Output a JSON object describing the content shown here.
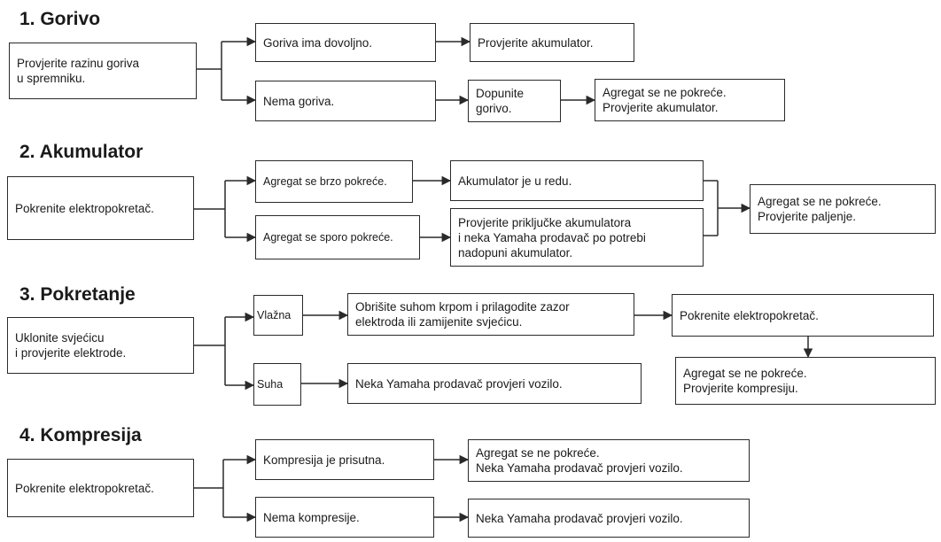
{
  "sections": [
    {
      "title": "1. Gorivo",
      "start": [
        "Provjerite razinu goriva",
        "u spremniku."
      ],
      "branch_a": [
        "Goriva ima dovoljno."
      ],
      "branch_a_next": [
        "Provjerite akumulator."
      ],
      "branch_b": [
        "Nema goriva."
      ],
      "branch_b_next": [
        "Dopunite",
        "gorivo."
      ],
      "branch_b_last": [
        "Agregat se ne pokreće.",
        "Provjerite akumulator."
      ]
    },
    {
      "title": "2. Akumulator",
      "start": [
        "Pokrenite elektropokretač."
      ],
      "branch_a": [
        "Agregat se brzo pokreće."
      ],
      "branch_a_next": [
        "Akumulator je u redu."
      ],
      "branch_b": [
        "Agregat se sporo pokreće."
      ],
      "branch_b_next": [
        "Provjerite priključke akumulatora",
        "i neka Yamaha prodavač po potrebi",
        "nadopuni akumulator."
      ],
      "merge": [
        "Agregat se ne pokreće.",
        "Provjerite paljenje."
      ]
    },
    {
      "title": "3. Pokretanje",
      "start": [
        "Uklonite svjećicu",
        "i provjerite elektrode."
      ],
      "branch_a": [
        "Vlažna"
      ],
      "branch_a_next": [
        "Obrišite suhom krpom i prilagodite zazor",
        "elektroda ili zamijenite svjećicu."
      ],
      "branch_a_last": [
        "Pokrenite elektropokretač."
      ],
      "branch_a_result": [
        "Agregat se ne pokreće.",
        "Provjerite kompresiju."
      ],
      "branch_b": [
        "Suha"
      ],
      "branch_b_next": [
        "Neka Yamaha prodavač provjeri vozilo."
      ]
    },
    {
      "title": "4. Kompresija",
      "start": [
        "Pokrenite elektropokretač."
      ],
      "branch_a": [
        "Kompresija je prisutna."
      ],
      "branch_a_next": [
        "Agregat se ne pokreće.",
        "Neka Yamaha prodavač provjeri vozilo."
      ],
      "branch_b": [
        "Nema kompresije."
      ],
      "branch_b_next": [
        "Neka Yamaha prodavač provjeri vozilo."
      ]
    }
  ]
}
